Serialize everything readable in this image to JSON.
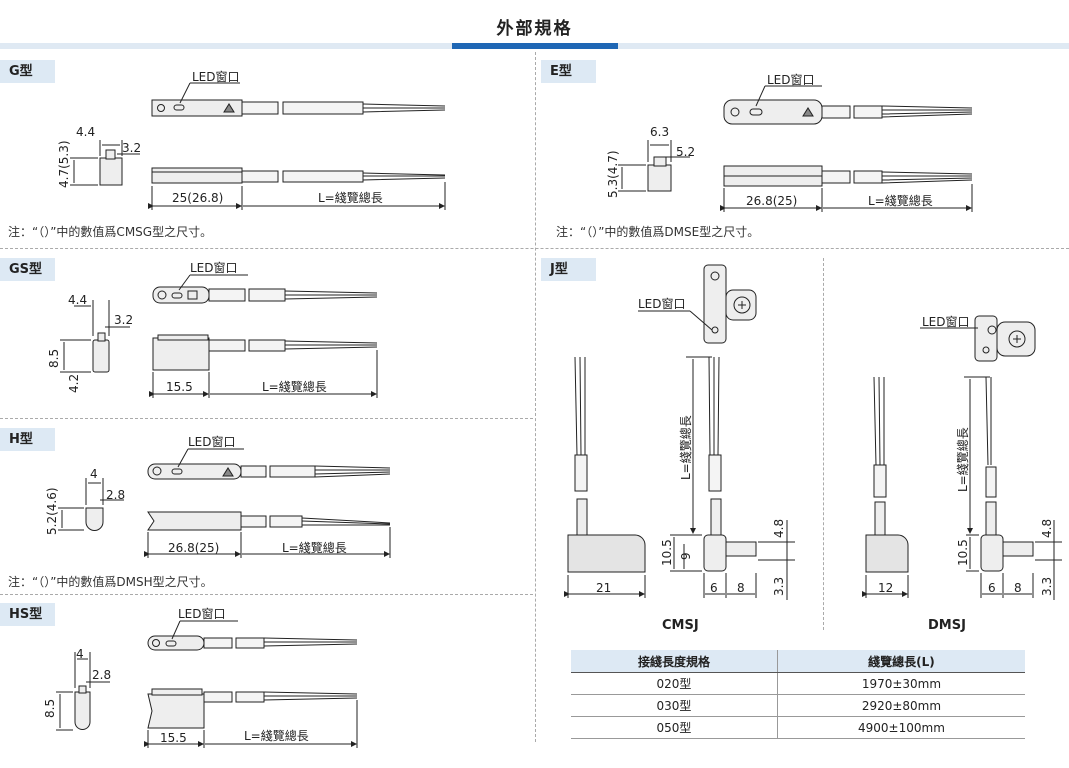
{
  "header": {
    "title": "外部規格"
  },
  "sections": {
    "g": {
      "tag": "G型",
      "led": "LED窗口",
      "dims": [
        "4.4",
        "3.2",
        "4.7(5.3)",
        "25(26.8)",
        "L=綫覽總長"
      ],
      "note": "注：“（）”中的數值爲CMSG型之尺寸。"
    },
    "e": {
      "tag": "E型",
      "led": "LED窗口",
      "dims": [
        "6.3",
        "5.2",
        "5.3(4.7)",
        "26.8(25)",
        "L=綫覽總長"
      ],
      "note": "注：“（）”中的數值爲DMSE型之尺寸。"
    },
    "gs": {
      "tag": "GS型",
      "led": "LED窗口",
      "dims": [
        "4.4",
        "3.2",
        "8.5",
        "4.2",
        "15.5",
        "L=綫覽總長"
      ]
    },
    "h": {
      "tag": "H型",
      "led": "LED窗口",
      "dims": [
        "4",
        "2.8",
        "5.2(4.6)",
        "26.8(25)",
        "L=綫覽總長"
      ],
      "note": "注：“（）”中的數值爲DMSH型之尺寸。"
    },
    "hs": {
      "tag": "HS型",
      "led": "LED窗口",
      "dims": [
        "4",
        "2.8",
        "8.5",
        "15.5",
        "L=綫覽總長"
      ]
    },
    "j": {
      "tag": "J型",
      "led_left": "LED窗口",
      "led_right": "LED窗口",
      "cmsj": {
        "label": "CMSJ",
        "dims": [
          "L=綫覽總長",
          "10.5",
          "9",
          "4.8",
          "3.3",
          "21",
          "6",
          "8"
        ]
      },
      "dmsj": {
        "label": "DMSJ",
        "dims": [
          "L=綫覽總長",
          "10.5",
          "4.8",
          "3.3",
          "12",
          "6",
          "8"
        ]
      }
    }
  },
  "spec_table": {
    "headers": [
      "接綫長度規格",
      "綫覽總長(L)"
    ],
    "rows": [
      [
        "020型",
        "1970±30mm"
      ],
      [
        "030型",
        "2920±80mm"
      ],
      [
        "050型",
        "4900±100mm"
      ]
    ]
  }
}
